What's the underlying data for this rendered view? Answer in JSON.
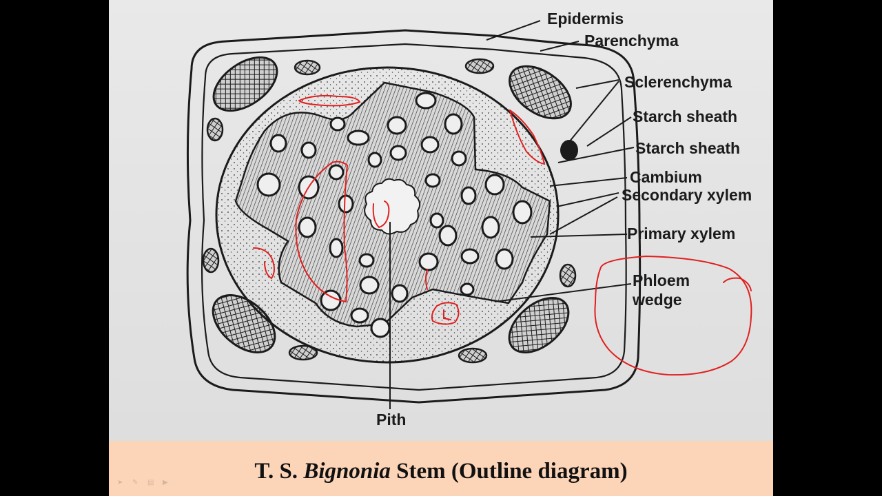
{
  "labels": {
    "epidermis": "Epidermis",
    "parenchyma": "Parenchyma",
    "sclerenchyma": "Sclerenchyma",
    "starch_sheath_1": "Starch sheath",
    "starch_sheath_2": "Starch sheath",
    "cambium": "Cambium",
    "secondary_xylem": "Secondary xylem",
    "primary_xylem": "Primary xylem",
    "phloem_wedge_line1": "Phloem",
    "phloem_wedge_line2": "wedge",
    "pith": "Pith"
  },
  "caption": {
    "prefix": "T. S. ",
    "genus": "Bignonia",
    "suffix": " Stem (Outline diagram)"
  },
  "colors": {
    "slide_background": "#e6e6e6",
    "caption_background": "#fcd5b8",
    "annotation_ink": "#e0201f",
    "diagram_ink": "#1b1b1b"
  },
  "icons": [
    "pointer-icon",
    "pen-icon",
    "menu-icon",
    "next-slide-icon"
  ]
}
